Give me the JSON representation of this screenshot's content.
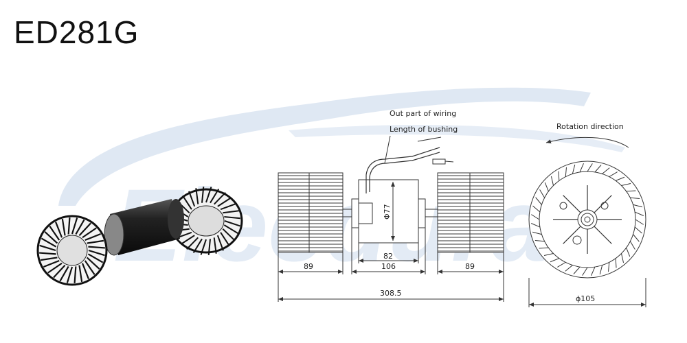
{
  "title": "ED281G",
  "watermark": {
    "brand": "Elecdura",
    "color": "#dfe8f3"
  },
  "annotations": {
    "wiring": "Out part of wiring",
    "bushing": "Length of bushing",
    "rotation": "Rotation direction"
  },
  "dimensions": {
    "wheel_left": "89",
    "motor_inner": "82",
    "motor_outer": "106",
    "wheel_right": "89",
    "total": "308.5",
    "motor_dia": "Φ77",
    "wheel_dia": "ϕ105"
  },
  "colors": {
    "line": "#333333",
    "photo_dark": "#1a1a1a"
  }
}
